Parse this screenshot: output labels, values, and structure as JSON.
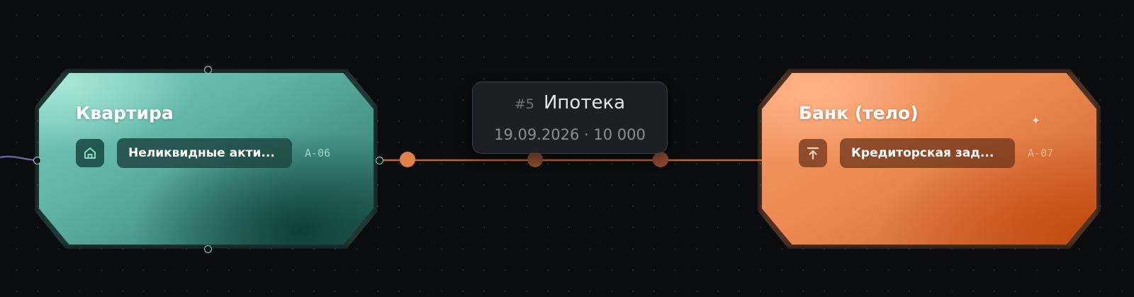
{
  "colors": {
    "background": "#0b0c0e",
    "asset_accent": "#6ec7b6",
    "liability_accent": "#ef8d55",
    "edge_color": "#e07f4a"
  },
  "nodes": {
    "left": {
      "title": "Квартира",
      "icon": "home-icon",
      "category": "Неликвидные акти...",
      "code": "A-06"
    },
    "right": {
      "title": "Банк (тело)",
      "icon": "upload-arrow-icon",
      "category": "Кредиторская зад...",
      "code": "A-07",
      "badge_icon": "sparkle-icon"
    }
  },
  "edge": {
    "number": "#5",
    "name": "Ипотека",
    "meta": "19.09.2026 · 10 000"
  }
}
